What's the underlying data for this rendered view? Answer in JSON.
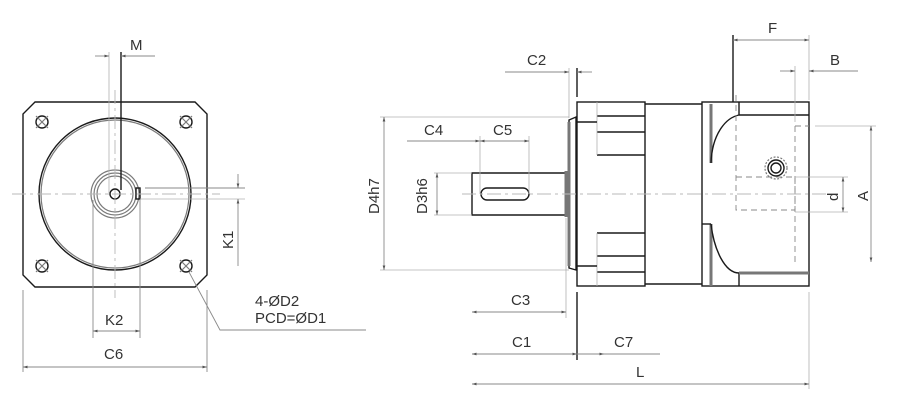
{
  "drawing": {
    "subject": "Planetary gearbox dimension drawing",
    "views": [
      "front-view",
      "side-view"
    ],
    "colors": {
      "outline": "#1a1a1a",
      "dimension": "#8a8a8a",
      "centerline": "#b8b8b8",
      "label": "#333333"
    }
  },
  "front_view": {
    "labels": {
      "M": "M",
      "K1": "K1",
      "K2": "K2",
      "C6": "C6"
    },
    "mounting_note": {
      "line1": "4-ØD2",
      "line2": "PCD=ØD1"
    }
  },
  "side_view": {
    "labels": {
      "C2": "C2",
      "C4": "C4",
      "C5": "C5",
      "D4h7": "D4h7",
      "D3h6": "D3h6",
      "C3": "C3",
      "C1": "C1",
      "C7": "C7",
      "L": "L",
      "F": "F",
      "B": "B",
      "d": "d",
      "A": "A"
    }
  }
}
